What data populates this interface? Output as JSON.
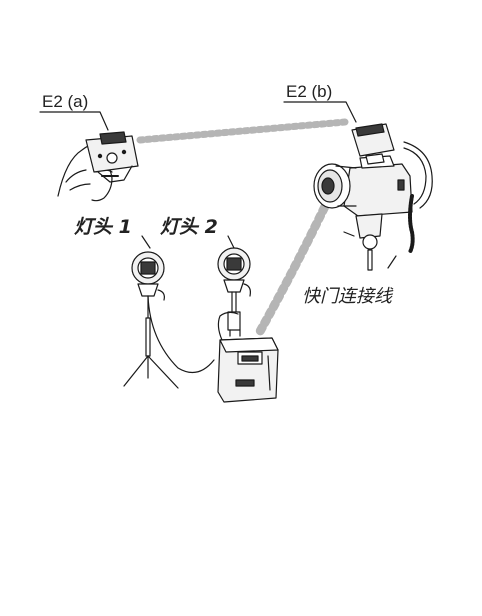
{
  "labels": {
    "trigger_a": "E2 (a)",
    "trigger_b": "E2 (b)",
    "head_1": "灯头 1",
    "head_2": "灯头 2",
    "shutter_cable": "快门连接线"
  },
  "colors": {
    "line": "#1a1a1a",
    "signal": "#b5b5b5",
    "device_fill": "#f2f2f2",
    "device_dark": "#3a3a3a"
  },
  "icons": {
    "hand": "hand-icon",
    "trigger": "transmitter-icon",
    "camera": "camera-icon",
    "flash_head": "flash-head-icon",
    "power_pack": "battery-pack-icon"
  }
}
